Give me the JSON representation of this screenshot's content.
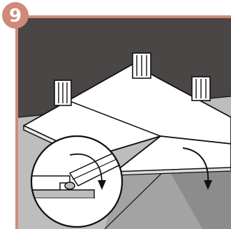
{
  "step": {
    "number": "9"
  },
  "colors": {
    "frame": "#d08a78",
    "wall": "#4a4646",
    "floor_dark": "#8c8c8c",
    "floor_mid": "#a3a3a3",
    "floor_light": "#bdbdbd",
    "plank": "#ffffff",
    "outline": "#111111",
    "badge": "#d08a78",
    "badge_text": "#ffffff"
  },
  "icons": {
    "step_badge": "step-number-badge",
    "spacers": "wall-spacer-wedge",
    "rotate_arrow": "curved-arrow",
    "detail": "click-lock-detail-magnifier"
  }
}
